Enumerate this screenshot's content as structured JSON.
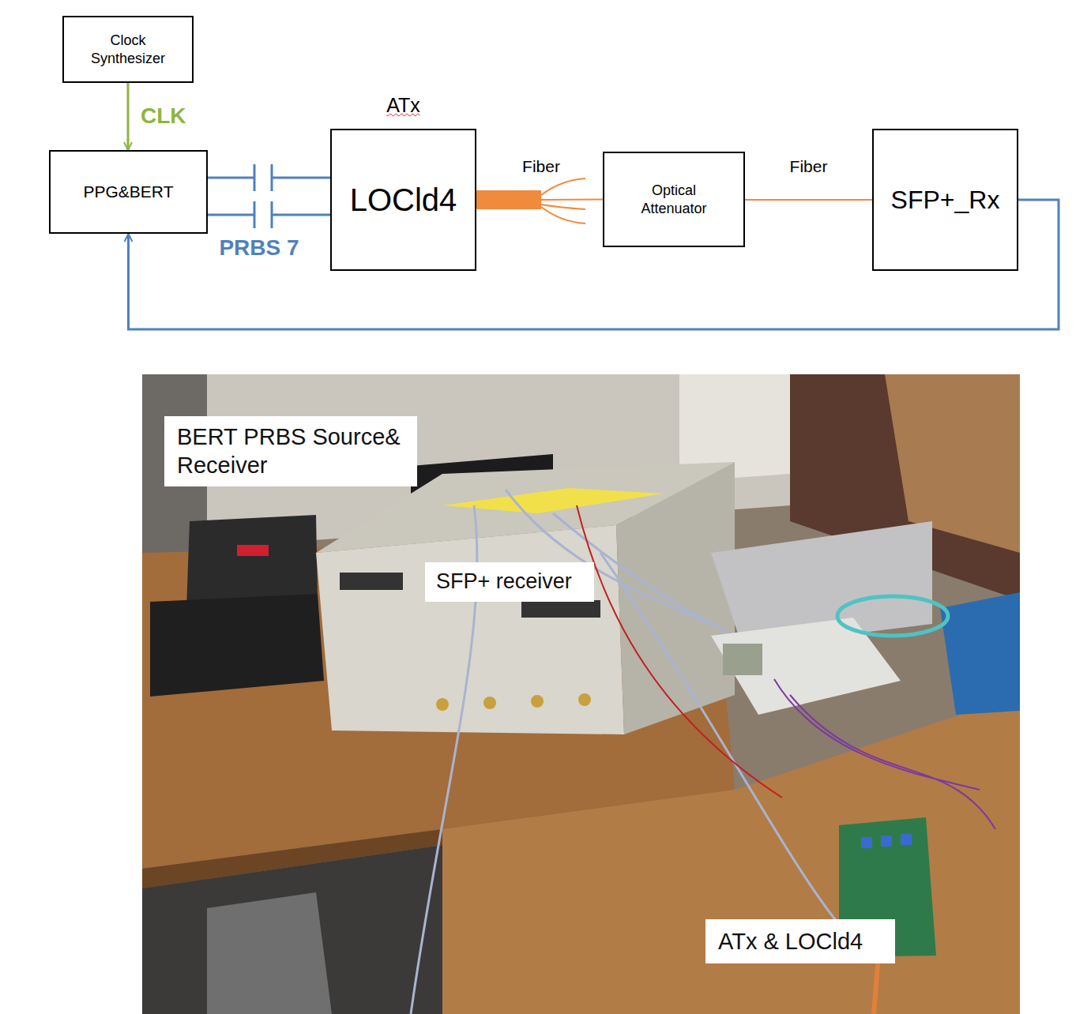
{
  "diagram": {
    "nodes": [
      {
        "text": [
          "Clock Synthesizer"
        ]
      },
      {
        "text": [
          "PPG&BERT"
        ]
      },
      {
        "text": [
          "ATx",
          "LOCld4"
        ]
      },
      {
        "text": [
          "Optical Attenuator"
        ]
      },
      {
        "text": [
          "SFP+_Rx"
        ]
      }
    ],
    "edges": [
      {
        "from": 0,
        "to": 1,
        "arrow": "to",
        "label": "CLK"
      },
      {
        "from": 1,
        "to": 2,
        "arrow": "none"
      },
      {
        "from": 1,
        "to": 2,
        "arrow": "none",
        "label": "PRBS 7"
      },
      {
        "from": 2,
        "to": 3,
        "arrow": "none",
        "label": "Fiber"
      },
      {
        "from": 3,
        "to": 4,
        "arrow": "none",
        "label": "Fiber"
      },
      {
        "from": 4,
        "to": 1,
        "arrow": "to"
      }
    ],
    "labels": [
      "BERT PRBS Source& Receiver",
      "SFP+ receiver",
      "ATx & LOCld4"
    ]
  }
}
